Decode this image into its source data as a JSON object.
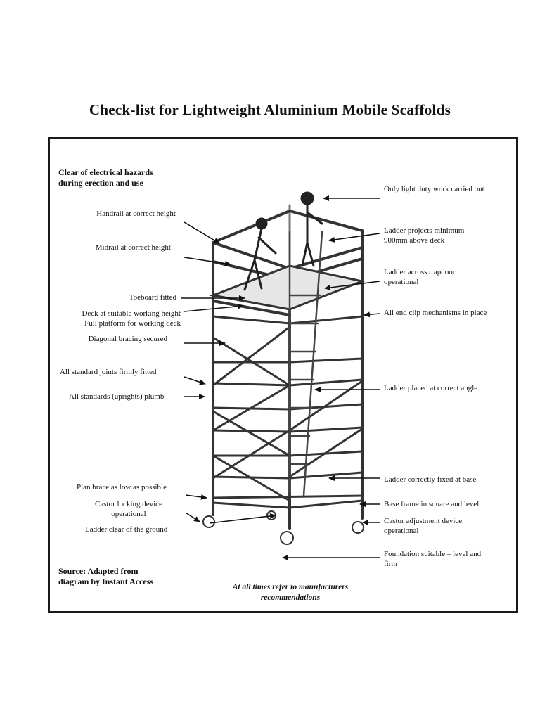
{
  "title": "Check-list for Lightweight Aluminium Mobile Scaffolds",
  "left_labels": {
    "electrical": "Clear of electrical hazards\nduring erection and use",
    "handrail": "Handrail at correct height",
    "midrail": "Midrail at correct height",
    "toeboard": "Toeboard fitted",
    "deck": "Deck at suitable working height\nFull platform for working deck",
    "bracing": "Diagonal bracing secured",
    "joints": "All standard joints firmly fitted",
    "plumb": "All standards (uprights) plumb",
    "plan_brace": "Plan brace as low as possible",
    "castor_lock": "Castor locking device\noperational",
    "ladder_ground": "Ladder clear of the ground"
  },
  "right_labels": {
    "light_duty": "Only light duty work carried out",
    "ladder_projects": "Ladder projects minimum\n900mm above deck",
    "trapdoor": "Ladder across trapdoor\noperational",
    "end_clip": "All end clip mechanisms in place",
    "ladder_angle": "Ladder placed at correct angle",
    "ladder_base": "Ladder correctly fixed at base",
    "base_frame": "Base frame in square and level",
    "castor_adjust": "Castor adjustment device\noperational",
    "foundation": "Foundation suitable – level and\nfirm"
  },
  "source": "Source: Adapted from\ndiagram by Instant Access",
  "footer_note": "At all times refer to manufacturers\nrecommendations"
}
